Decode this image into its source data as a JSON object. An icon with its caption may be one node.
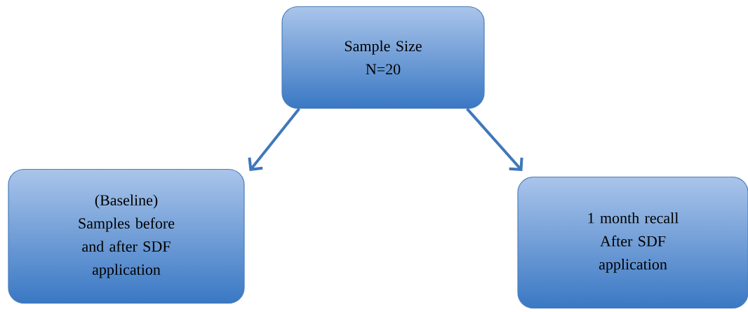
{
  "diagram": {
    "nodes": [
      {
        "text": [
          "Sample Size",
          "N=20"
        ]
      },
      {
        "text": [
          "(Baseline)",
          "Samples before and after SDF application"
        ]
      },
      {
        "text": [
          "1 month recall",
          "After SDF application"
        ]
      }
    ],
    "edges": [
      {
        "from": 0,
        "to": 1,
        "arrow": "to"
      },
      {
        "from": 0,
        "to": 2,
        "arrow": "to"
      }
    ]
  }
}
